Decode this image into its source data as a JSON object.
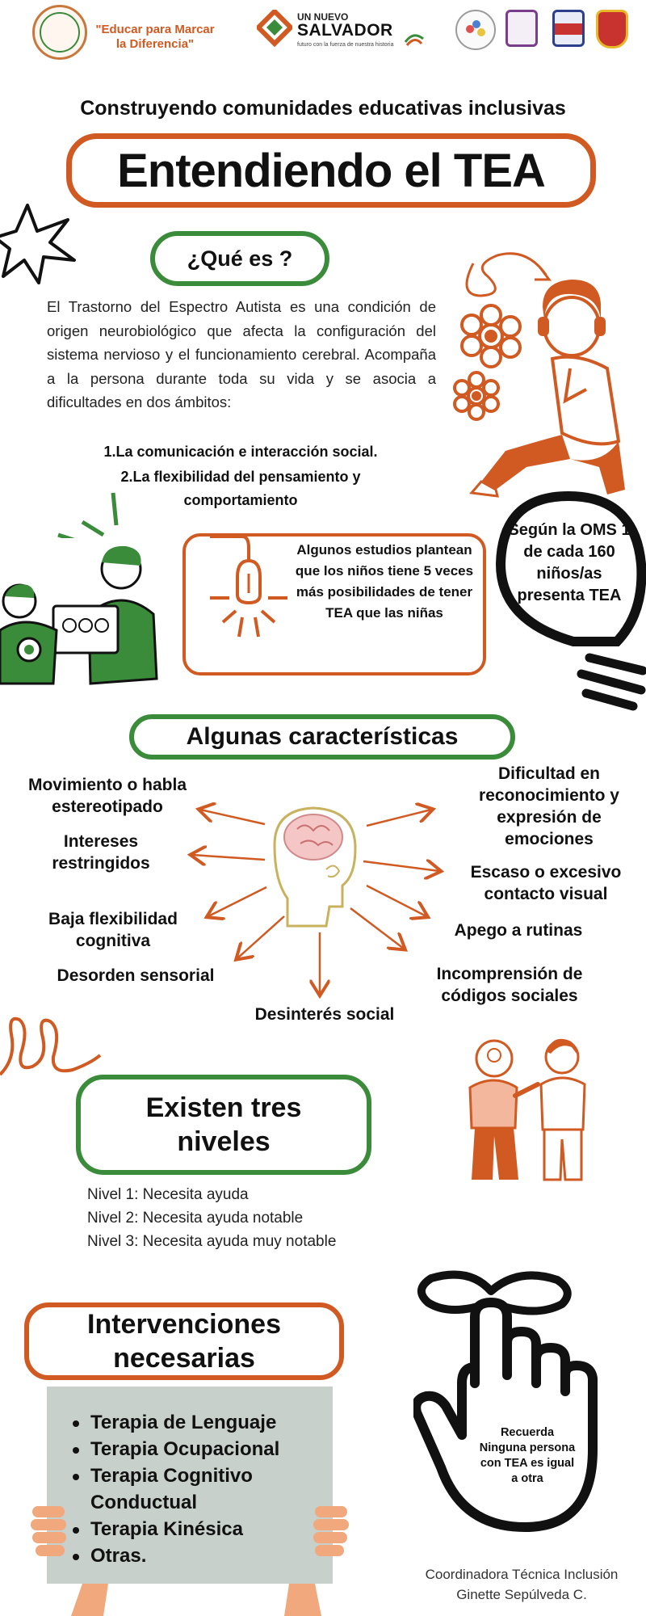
{
  "header": {
    "motto": "\"Educar para Marcar la Diferencia\"",
    "brand_top": "UN NUEVO",
    "brand_main": "SALVADOR",
    "brand_sub": "futuro con la fuerza de nuestra historia"
  },
  "subtitle": "Construyendo comunidades educativas inclusivas",
  "title": "Entendiendo el TEA",
  "que_es": {
    "heading": "¿Qué es ?",
    "paragraph": "El Trastorno del Espectro Autista es una condición de origen neurobiológico que afecta la configuración del sistema nervioso y el funcionamiento cerebral. Acompaña a la persona durante toda su vida y se asocia a dificultades en dos ámbitos:",
    "list": [
      "1.La comunicación e interacción social.",
      "2.La flexibilidad del pensamiento y comportamiento"
    ]
  },
  "study": "Algunos estudios plantean que los niños tiene 5 veces más posibilidades de tener TEA que las niñas",
  "oms": "Según la OMS 1 de cada 160 niños/as presenta TEA",
  "characteristics": {
    "heading": "Algunas características",
    "left": [
      "Movimiento o habla estereotipado",
      "Intereses restringidos",
      "Baja flexibilidad cognitiva",
      "Desorden sensorial"
    ],
    "bottom": "Desinterés social",
    "right": [
      "Dificultad en reconocimiento y expresión de emociones",
      "Escaso o excesivo contacto visual",
      "Apego a rutinas",
      "Incomprensión de códigos sociales"
    ]
  },
  "niveles": {
    "heading": "Existen tres niveles",
    "items": [
      "Nivel 1: Necesita ayuda",
      "Nivel 2: Necesita ayuda notable",
      "Nivel 3: Necesita ayuda muy notable"
    ]
  },
  "intervenciones": {
    "heading": "Intervenciones necesarias",
    "items": [
      "Terapia de Lenguaje",
      "Terapia Ocupacional",
      "Terapia Cognitivo Conductual",
      "Terapia Kinésica",
      "Otras."
    ]
  },
  "reminder": "Recuerda Ninguna persona con TEA es igual a otra",
  "footer": {
    "line1": "Coordinadora Técnica Inclusión",
    "line2": "Ginette Sepúlveda C."
  },
  "colors": {
    "orange": "#d05a22",
    "green": "#3a8b3a",
    "board": "#c7d0ca"
  }
}
